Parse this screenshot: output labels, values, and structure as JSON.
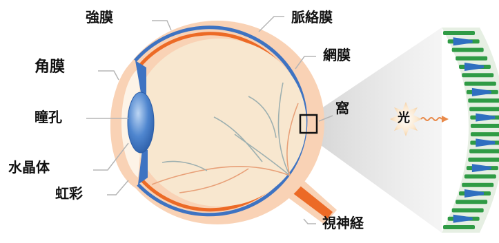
{
  "labels": {
    "sclera": "強膜",
    "choroid": "脈絡膜",
    "cornea": "角膜",
    "retina": "網膜",
    "pupil": "瞳孔",
    "fovea": "窩",
    "lens": "水晶体",
    "iris": "虹彩",
    "optic_nerve": "視神経",
    "light": "光"
  },
  "colors": {
    "sclera_fill": "#f9d2b5",
    "eye_interior": "#f8e7cf",
    "choroid_blue": "#3e73c2",
    "retina_orange": "#ec6a26",
    "lens_blue": "#3a6fc4",
    "vessel_gray": "#9eb0b0",
    "vessel_orange": "#e8a078",
    "cone_blue": "#2f6fc0",
    "rod_green": "#2f9b45",
    "light_beam": "#dedede",
    "pointer_line": "#b5b5b5"
  },
  "icons": {
    "light_source": "starburst-icon",
    "light_ray": "wavy-arrow-icon"
  }
}
